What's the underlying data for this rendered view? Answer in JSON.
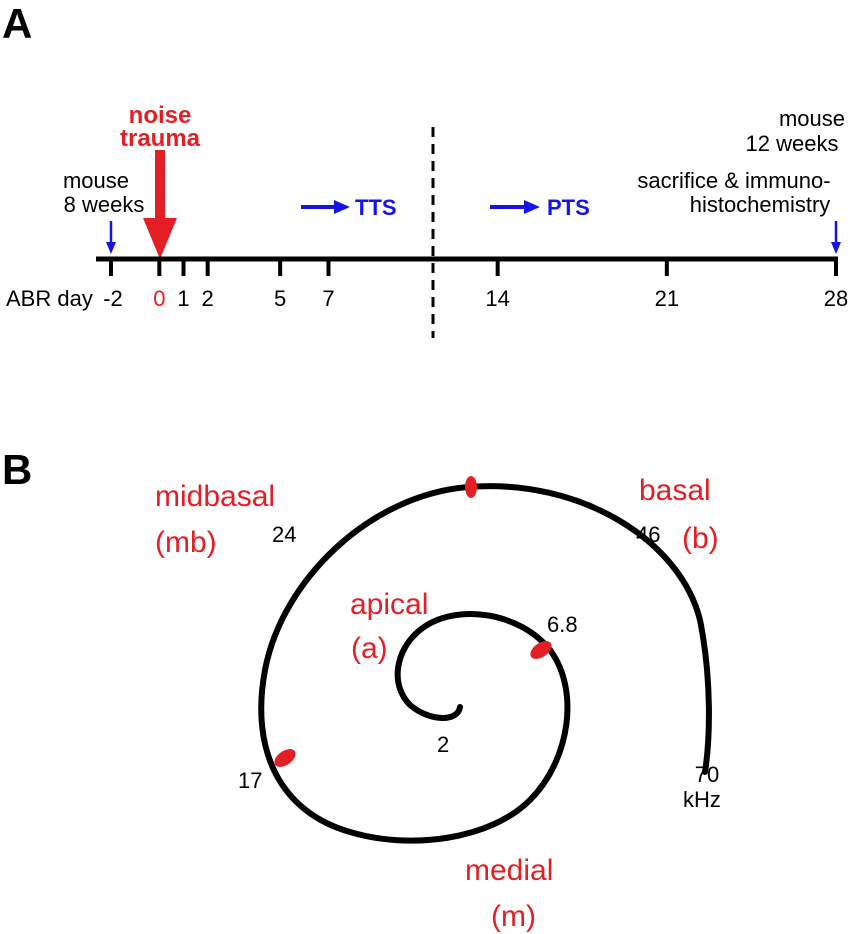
{
  "panel_a": {
    "label": "A",
    "noise": {
      "line1": "noise",
      "line2": "trauma"
    },
    "mouse_start": {
      "line1": "mouse",
      "line2": "8 weeks"
    },
    "mouse_end": {
      "line1": "mouse",
      "line2": "12 weeks"
    },
    "sacrifice": {
      "line1": "sacrifice & immuno-",
      "line2": "histochemistry"
    },
    "tts": "TTS",
    "pts": "PTS",
    "abr_label": "ABR day",
    "ticks": [
      {
        "label": "-2",
        "day": -2,
        "highlight": false
      },
      {
        "label": "0",
        "day": 0,
        "highlight": true
      },
      {
        "label": "1",
        "day": 1,
        "highlight": false
      },
      {
        "label": "2",
        "day": 2,
        "highlight": false
      },
      {
        "label": "5",
        "day": 5,
        "highlight": false
      },
      {
        "label": "7",
        "day": 7,
        "highlight": false
      },
      {
        "label": "14",
        "day": 14,
        "highlight": false
      },
      {
        "label": "21",
        "day": 21,
        "highlight": false
      },
      {
        "label": "28",
        "day": 28,
        "highlight": false
      }
    ]
  },
  "panel_b": {
    "label": "B",
    "regions": {
      "midbasal": {
        "line1": "midbasal",
        "line2": "(mb)"
      },
      "basal": {
        "line1": "basal",
        "line2": "(b)"
      },
      "apical": {
        "line1": "apical",
        "line2": "(a)"
      },
      "medial": {
        "line1": "medial",
        "line2": "(m)"
      }
    },
    "frequencies": {
      "f24": "24",
      "f46": "46",
      "f6_8": "6.8",
      "f2": "2",
      "f17": "17",
      "f70": "70",
      "unit": "kHz"
    }
  },
  "colors": {
    "red": "#e31e24",
    "blue": "#1414e6",
    "black": "#000000"
  }
}
